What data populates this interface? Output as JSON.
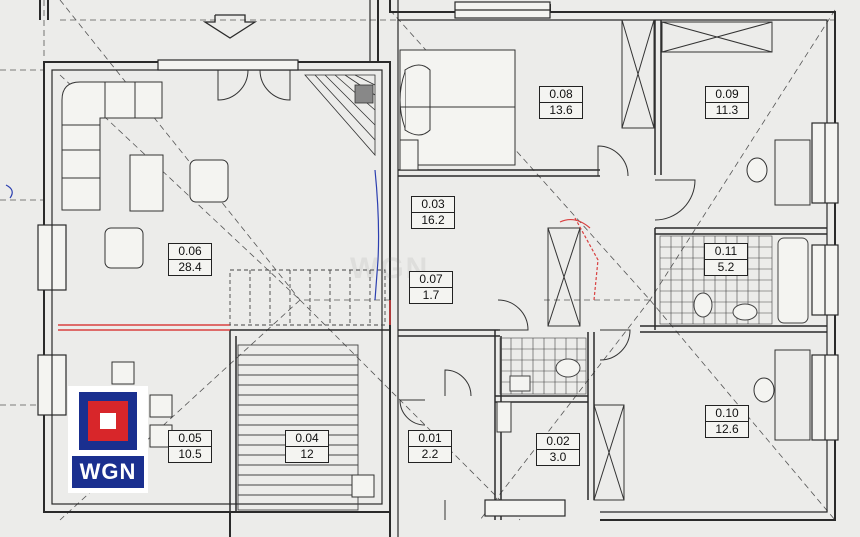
{
  "rooms": [
    {
      "id": "0.01",
      "area": "2.2"
    },
    {
      "id": "0.02",
      "area": "3.0"
    },
    {
      "id": "0.03",
      "area": "16.2"
    },
    {
      "id": "0.04",
      "area": "12"
    },
    {
      "id": "0.05",
      "area": "10.5"
    },
    {
      "id": "0.06",
      "area": "28.4"
    },
    {
      "id": "0.07",
      "area": "1.7"
    },
    {
      "id": "0.08",
      "area": "13.6"
    },
    {
      "id": "0.09",
      "area": "11.3"
    },
    {
      "id": "0.10",
      "area": "12.6"
    },
    {
      "id": "0.11",
      "area": "5.2"
    }
  ],
  "logo": {
    "text": "WGN",
    "colors": {
      "blue": "#1a2f8f",
      "red": "#d8262a"
    }
  },
  "watermark": {
    "text": "WGN"
  },
  "colors": {
    "paper": "#ececea",
    "line": "#2a2a2a",
    "red_line": "#d94040",
    "blue_line": "#2b3fb0"
  }
}
